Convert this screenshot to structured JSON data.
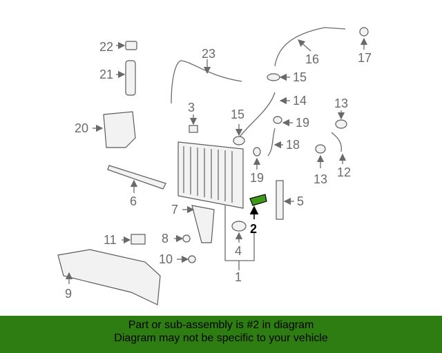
{
  "diagram": {
    "callouts": {
      "c1": "1",
      "c2": "2",
      "c4": "4",
      "c5": "5",
      "c6": "6",
      "c7": "7",
      "c8": "8",
      "c9": "9",
      "c10": "10",
      "c11": "11",
      "c12": "12",
      "c13a": "13",
      "c13b": "13",
      "c14": "14",
      "c15a": "15",
      "c15b": "15",
      "c16": "16",
      "c17": "17",
      "c18": "18",
      "c19a": "19",
      "c19b": "19",
      "c20": "20",
      "c21": "21",
      "c22": "22",
      "c23": "23",
      "c3": "3"
    },
    "highlight_color": "#2e7d12"
  },
  "footer": {
    "line1": "Part or sub-assembly is #2 in diagram",
    "line2": "Diagram may not be specific to your vehicle",
    "background": "#2e7d12"
  }
}
